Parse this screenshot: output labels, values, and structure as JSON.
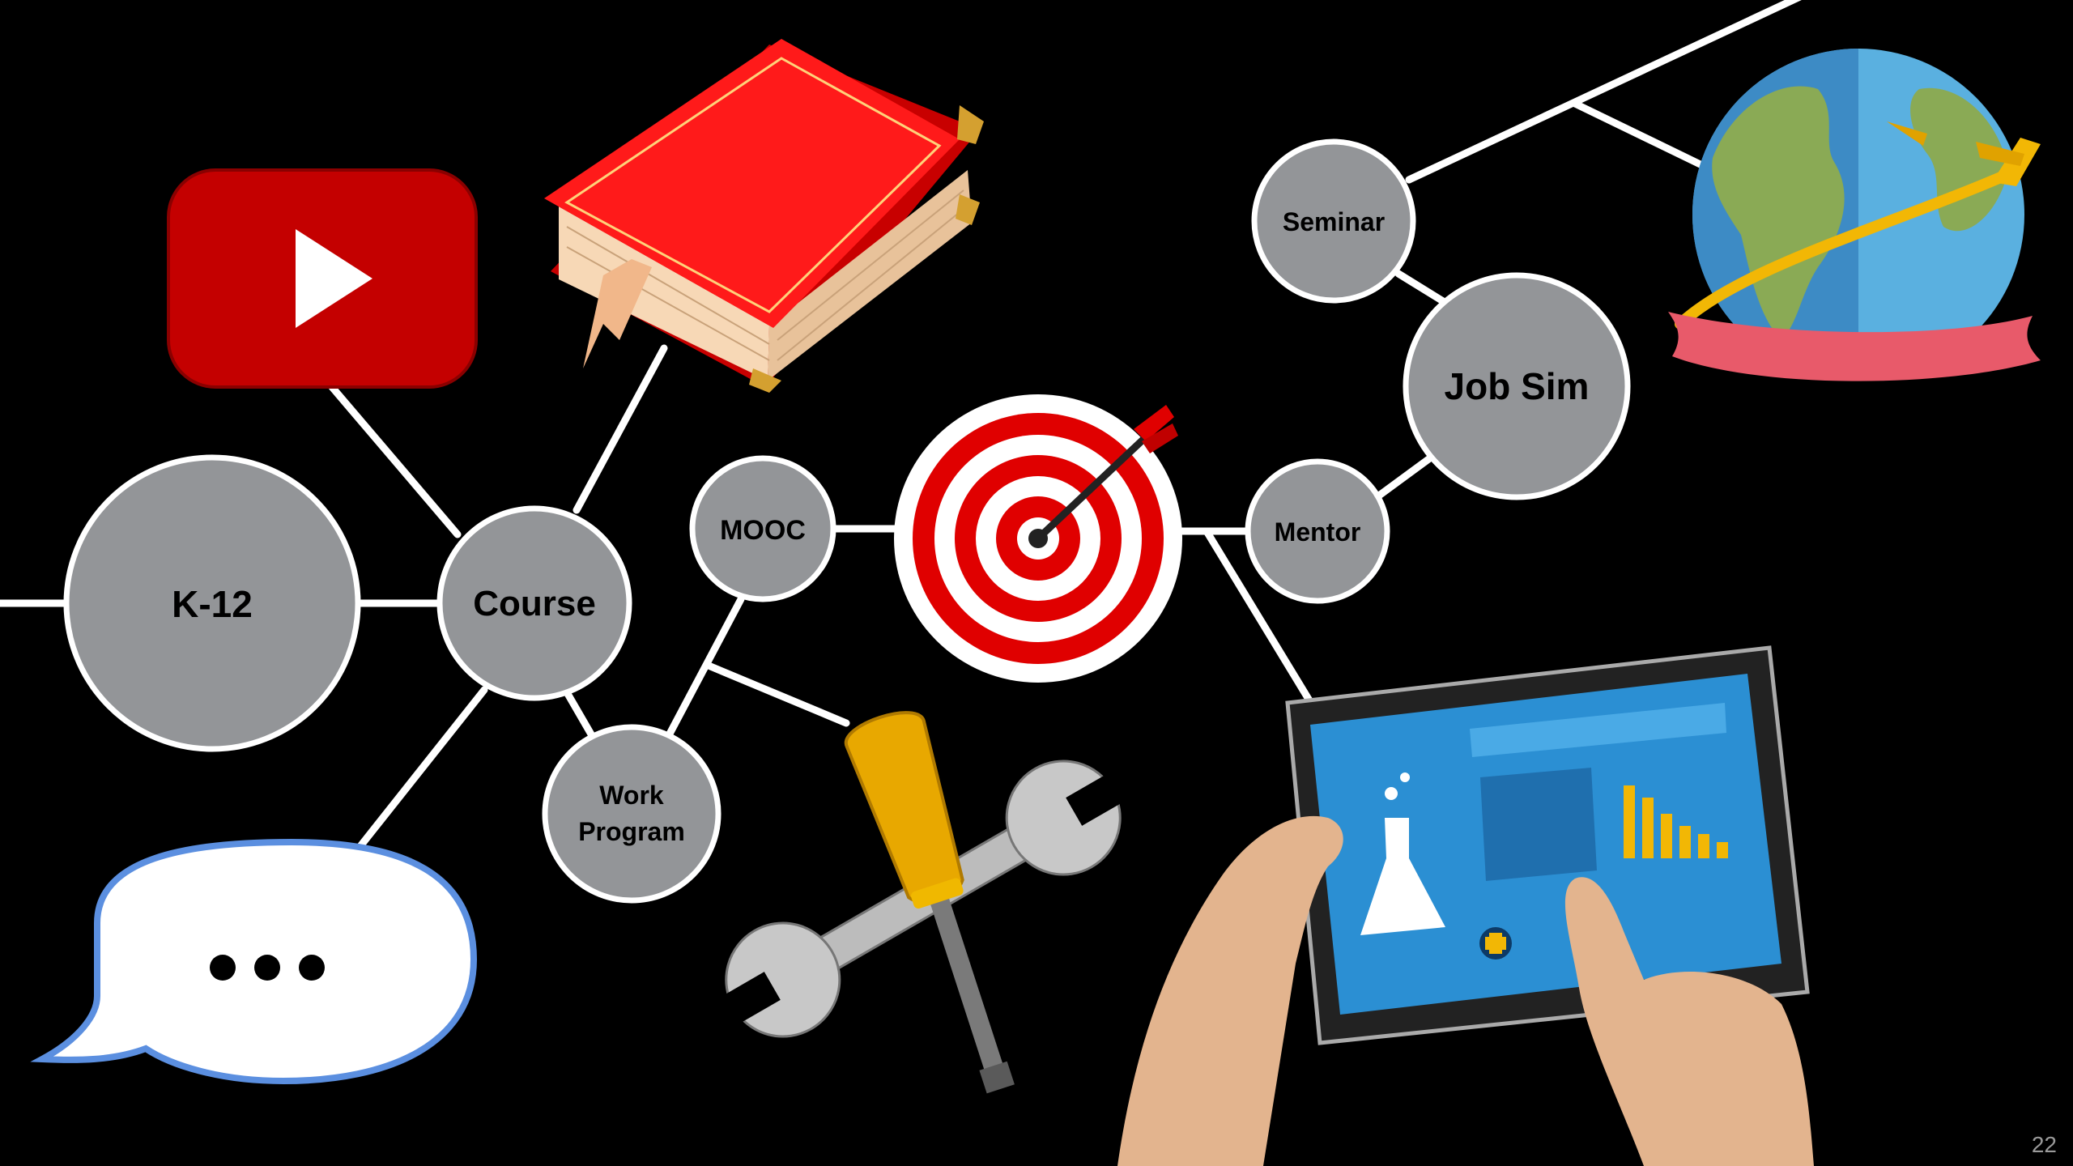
{
  "slide": {
    "page_number": "22"
  },
  "colors": {
    "background": "#000000",
    "node_fill": "#939598",
    "node_stroke": "#ffffff",
    "connector": "#ffffff"
  },
  "nodes": {
    "k12": {
      "label": "K-12"
    },
    "course": {
      "label": "Course"
    },
    "work": {
      "line1": "Work",
      "line2": "Program"
    },
    "mooc": {
      "label": "MOOC"
    },
    "mentor": {
      "label": "Mentor"
    },
    "seminar": {
      "label": "Seminar"
    },
    "job_sim": {
      "label": "Job Sim"
    }
  },
  "icons": [
    "video-play-icon",
    "book-icon",
    "chat-bubble-icon",
    "target-icon",
    "tools-icon",
    "tablet-hands-icon",
    "globe-plane-icon"
  ]
}
